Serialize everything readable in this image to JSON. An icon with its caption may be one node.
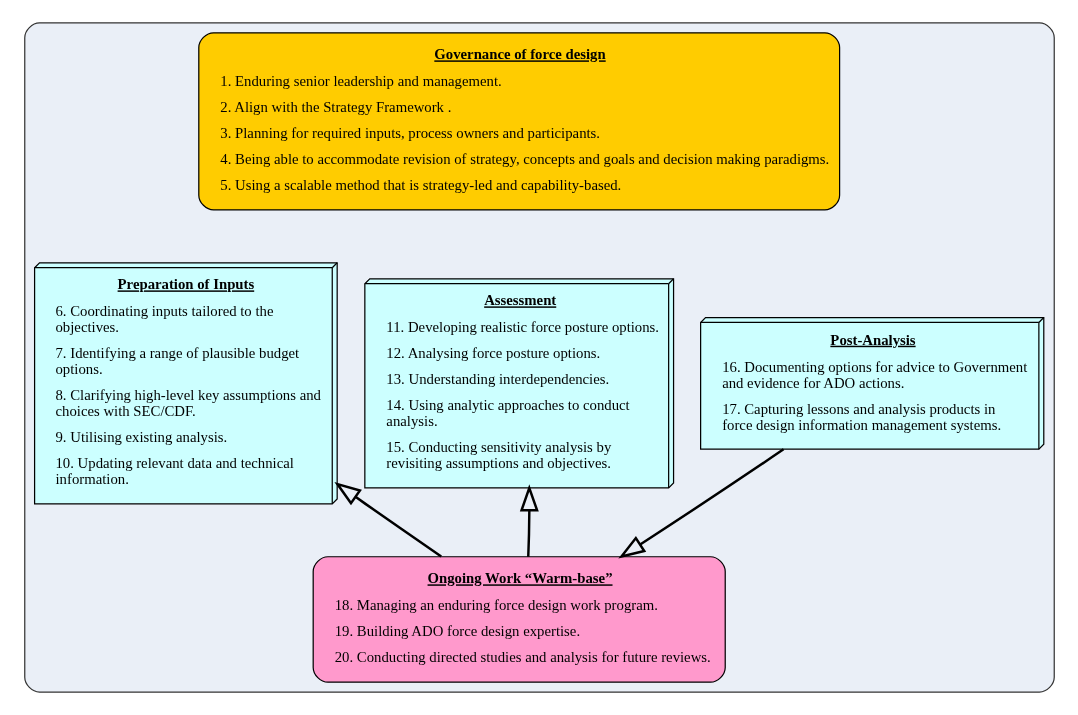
{
  "diagram": {
    "nodes": [
      {
        "text": [],
        "shape": "box"
      },
      {
        "text": [
          "Governance of force design",
          "1. Enduring senior leadership and management.",
          "2. Align with the Strategy Framework .",
          "3. Planning for required inputs, process owners and participants.",
          "4. Being able to accommodate revision of strategy, concepts and goals and decision making paradigms.",
          "5. Using a scalable method that is strategy-led and capability-based."
        ],
        "in": 0
      },
      {
        "text": [
          "Preparation of Inputs",
          "6. Coordinating inputs tailored to the objectives.",
          "7. Identifying a range of plausible budget options.",
          "8. Clarifying high-level key assumptions and choices with SEC/CDF.",
          "9. Utilising existing analysis.",
          "10. Updating relevant data and technical information."
        ],
        "in": 0
      },
      {
        "text": [
          "Assessment",
          "11. Developing realistic force posture options.",
          "12. Analysing force posture options.",
          "13. Understanding interdependencies.",
          "14. Using analytic approaches to conduct analysis.",
          "15. Conducting sensitivity analysis by revisiting assumptions and objectives."
        ],
        "in": 0
      },
      {
        "text": [
          "Post-Analysis",
          "16. Documenting options for advice to Government and evidence for ADO actions.",
          "17. Capturing lessons and analysis products in force design information management systems."
        ],
        "in": 0
      },
      {
        "text": [
          "Ongoing Work “Warm-base”",
          "18. Managing an enduring force design work program.",
          "19. Building ADO force design expertise.",
          "20. Conducting directed studies and analysis for future reviews."
        ],
        "in": 0
      }
    ],
    "edges": [
      {
        "from": 5,
        "to": 2,
        "arrow": "to"
      },
      {
        "from": 5,
        "to": 3,
        "arrow": "to"
      },
      {
        "from": 4,
        "to": 5,
        "arrow": "to"
      }
    ]
  }
}
